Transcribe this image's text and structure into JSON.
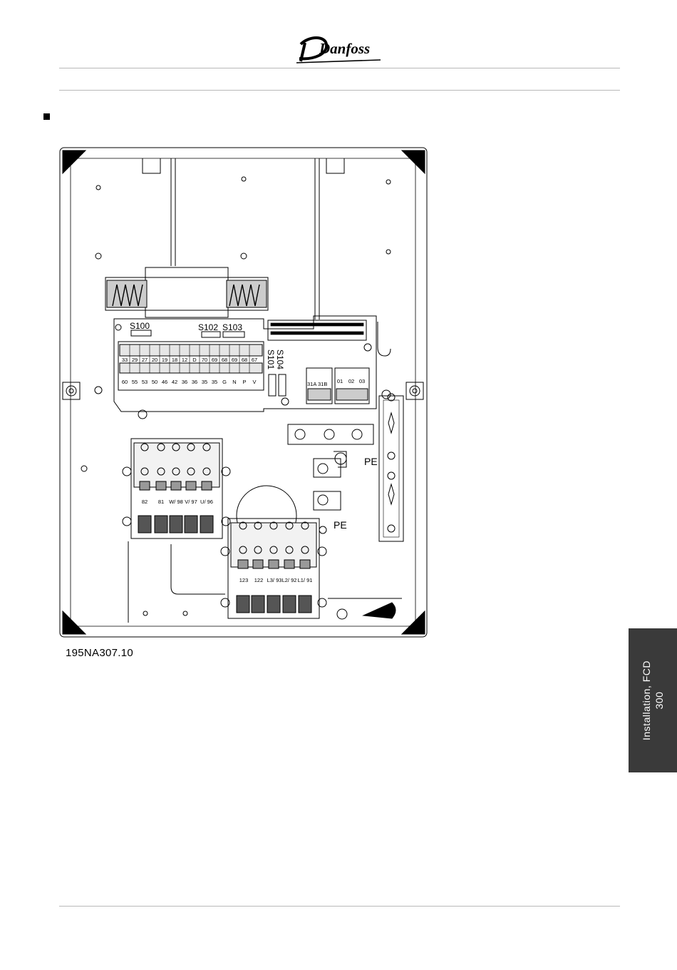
{
  "header": {
    "brand": "Danfoss"
  },
  "figure": {
    "switch_labels": [
      "S100",
      "S102",
      "S103",
      "S104",
      "S101"
    ],
    "control_terminals_top": [
      "33",
      "29",
      "27",
      "20",
      "19",
      "18",
      "12",
      "D",
      "70",
      "69",
      "68",
      "69",
      "68",
      "67"
    ],
    "control_terminals_bottom": [
      "60",
      "55",
      "53",
      "50",
      "46",
      "42",
      "36",
      "36",
      "35",
      "35",
      "G",
      "N",
      "P",
      "V"
    ],
    "relay_terminals_a": "31A 31B",
    "relay_terminals_b": [
      "01",
      "02",
      "03"
    ],
    "motor_terminals": [
      "82",
      "81",
      "W/ 98",
      "V/ 97",
      "U/ 96"
    ],
    "mains_terminals": [
      "123",
      "122",
      "L3/ 93",
      "L2/ 92",
      "L1/ 91"
    ],
    "pe_label_1": "PE",
    "pe_label_2": "PE",
    "drawing_code": "195NA307.10"
  },
  "side_tab": {
    "text": "Installation, FCD\n300"
  }
}
